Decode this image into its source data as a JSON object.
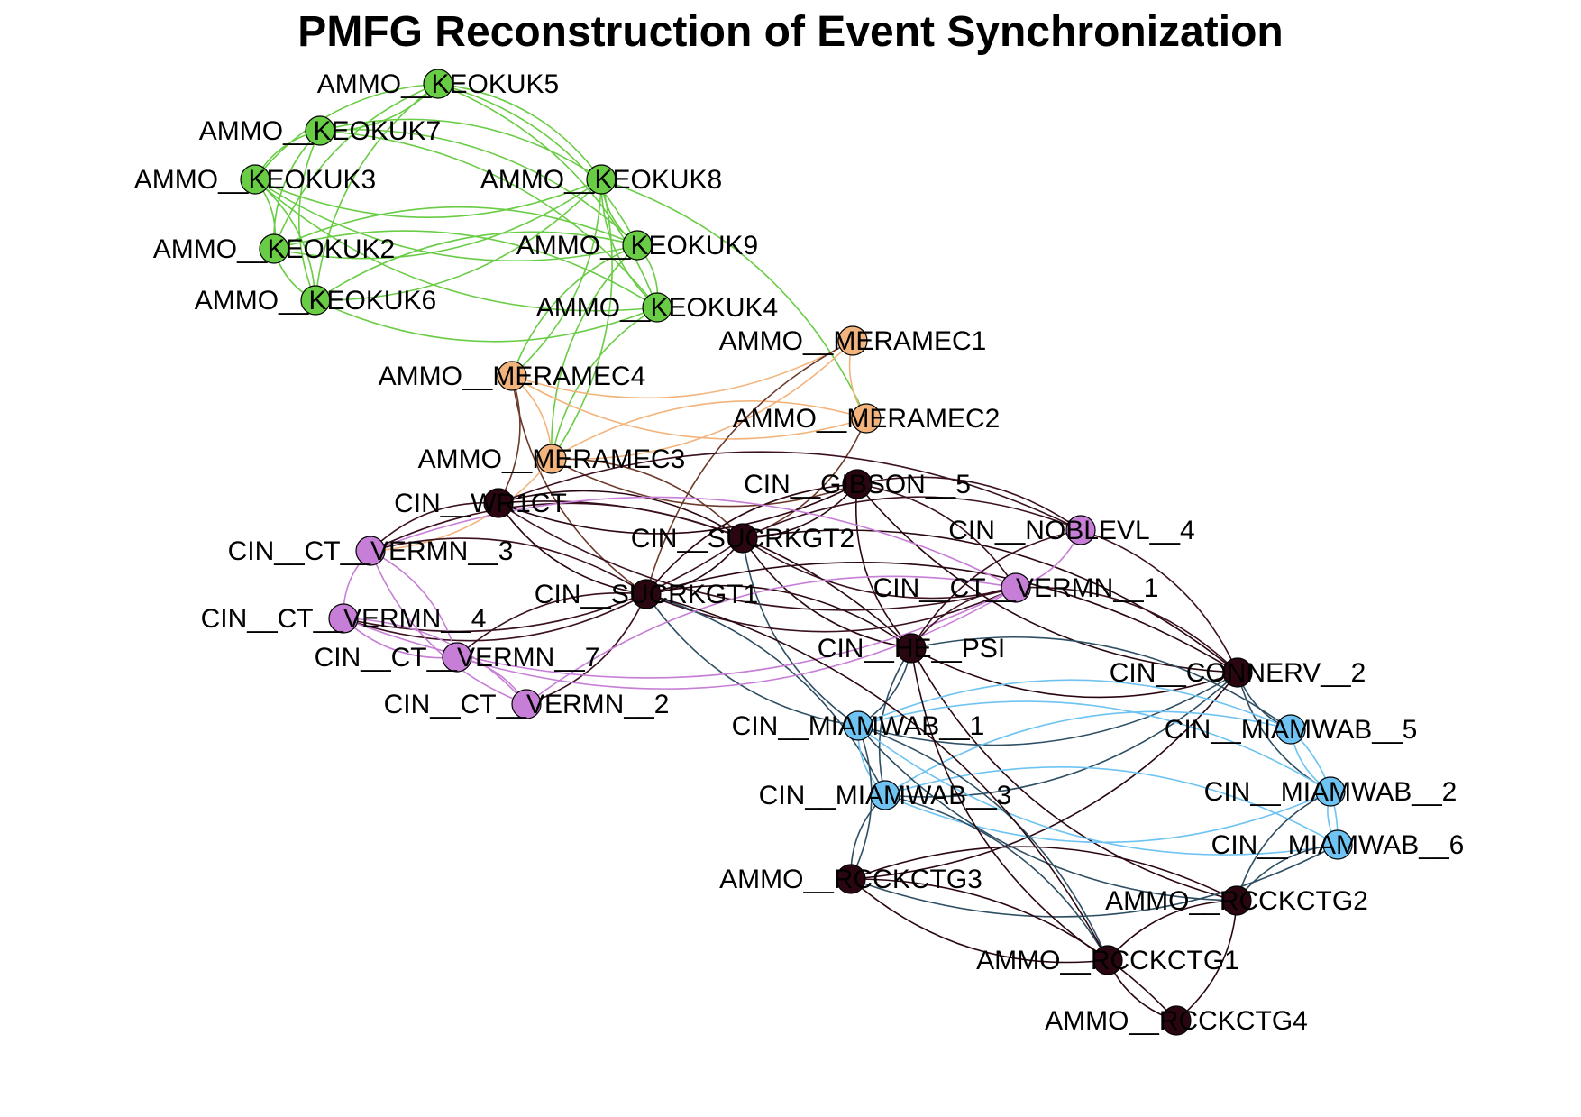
{
  "title": "PMFG Reconstruction of Event Synchronization",
  "groups": {
    "keokuk": {
      "color": "#69cc45"
    },
    "meramec": {
      "color": "#f2b47c"
    },
    "vermn": {
      "color": "#c77ed6"
    },
    "miamwab": {
      "color": "#6ec3f2"
    },
    "dark": {
      "color": "#2a0710"
    }
  },
  "nodes": [
    {
      "id": "KEOKUK5",
      "label": "AMMO__KEOKUK5",
      "group": "keokuk"
    },
    {
      "id": "KEOKUK7",
      "label": "AMMO__KEOKUK7",
      "group": "keokuk"
    },
    {
      "id": "KEOKUK3",
      "label": "AMMO__KEOKUK3",
      "group": "keokuk"
    },
    {
      "id": "KEOKUK8",
      "label": "AMMO__KEOKUK8",
      "group": "keokuk"
    },
    {
      "id": "KEOKUK2",
      "label": "AMMO__KEOKUK2",
      "group": "keokuk"
    },
    {
      "id": "KEOKUK9",
      "label": "AMMO__KEOKUK9",
      "group": "keokuk"
    },
    {
      "id": "KEOKUK6",
      "label": "AMMO__KEOKUK6",
      "group": "keokuk"
    },
    {
      "id": "KEOKUK4",
      "label": "AMMO__KEOKUK4",
      "group": "keokuk"
    },
    {
      "id": "MERAMEC1",
      "label": "AMMO__MERAMEC1",
      "group": "meramec"
    },
    {
      "id": "MERAMEC4",
      "label": "AMMO__MERAMEC4",
      "group": "meramec"
    },
    {
      "id": "MERAMEC2",
      "label": "AMMO__MERAMEC2",
      "group": "meramec"
    },
    {
      "id": "MERAMEC3",
      "label": "AMMO__MERAMEC3",
      "group": "meramec"
    },
    {
      "id": "GIBSON5",
      "label": "CIN__GIBSON__5",
      "group": "dark"
    },
    {
      "id": "WR1CT",
      "label": "CIN__WR1CT",
      "group": "dark"
    },
    {
      "id": "NOBLEVL4",
      "label": "CIN__NOBLEVL__4",
      "group": "vermn"
    },
    {
      "id": "SUCRKGT2",
      "label": "CIN__SUCRKGT2",
      "group": "dark"
    },
    {
      "id": "VERMN3",
      "label": "CIN__CT__VERMN__3",
      "group": "vermn"
    },
    {
      "id": "VERMN1",
      "label": "CIN__CT__VERMN__1",
      "group": "vermn"
    },
    {
      "id": "SUCRKGT1",
      "label": "CIN__SUCRKGT1",
      "group": "dark"
    },
    {
      "id": "VERMN4",
      "label": "CIN__CT__VERMN__4",
      "group": "vermn"
    },
    {
      "id": "HE_PSI",
      "label": "CIN__HE__PSI",
      "group": "dark"
    },
    {
      "id": "VERMN7",
      "label": "CIN__CT__VERMN__7",
      "group": "vermn"
    },
    {
      "id": "CONNERV2",
      "label": "CIN__CONNERV__2",
      "group": "dark"
    },
    {
      "id": "VERMN2",
      "label": "CIN__CT__VERMN__2",
      "group": "vermn"
    },
    {
      "id": "MIAMWAB1",
      "label": "CIN__MIAMWAB__1",
      "group": "miamwab"
    },
    {
      "id": "MIAMWAB5",
      "label": "CIN__MIAMWAB__5",
      "group": "miamwab"
    },
    {
      "id": "MIAMWAB3",
      "label": "CIN__MIAMWAB__3",
      "group": "miamwab"
    },
    {
      "id": "MIAMWAB2",
      "label": "CIN__MIAMWAB__2",
      "group": "miamwab"
    },
    {
      "id": "MIAMWAB6",
      "label": "CIN__MIAMWAB__6",
      "group": "miamwab"
    },
    {
      "id": "RCCKCTG3",
      "label": "AMMO__RCCKCTG3",
      "group": "dark"
    },
    {
      "id": "RCCKCTG2",
      "label": "AMMO__RCCKCTG2",
      "group": "dark"
    },
    {
      "id": "RCCKCTG1",
      "label": "AMMO__RCCKCTG1",
      "group": "dark"
    },
    {
      "id": "RCCKCTG4",
      "label": "AMMO__RCCKCTG4",
      "group": "dark"
    }
  ],
  "edges": [
    [
      "KEOKUK5",
      "KEOKUK7"
    ],
    [
      "KEOKUK5",
      "KEOKUK3"
    ],
    [
      "KEOKUK5",
      "KEOKUK8"
    ],
    [
      "KEOKUK5",
      "KEOKUK2"
    ],
    [
      "KEOKUK5",
      "KEOKUK9"
    ],
    [
      "KEOKUK5",
      "KEOKUK6"
    ],
    [
      "KEOKUK5",
      "KEOKUK4"
    ],
    [
      "KEOKUK7",
      "KEOKUK3"
    ],
    [
      "KEOKUK7",
      "KEOKUK8"
    ],
    [
      "KEOKUK7",
      "KEOKUK2"
    ],
    [
      "KEOKUK7",
      "KEOKUK9"
    ],
    [
      "KEOKUK7",
      "KEOKUK6"
    ],
    [
      "KEOKUK7",
      "KEOKUK4"
    ],
    [
      "KEOKUK3",
      "KEOKUK8"
    ],
    [
      "KEOKUK3",
      "KEOKUK2"
    ],
    [
      "KEOKUK3",
      "KEOKUK9"
    ],
    [
      "KEOKUK3",
      "KEOKUK6"
    ],
    [
      "KEOKUK3",
      "KEOKUK4"
    ],
    [
      "KEOKUK8",
      "KEOKUK2"
    ],
    [
      "KEOKUK8",
      "KEOKUK9"
    ],
    [
      "KEOKUK8",
      "KEOKUK6"
    ],
    [
      "KEOKUK8",
      "KEOKUK4"
    ],
    [
      "KEOKUK2",
      "KEOKUK9"
    ],
    [
      "KEOKUK2",
      "KEOKUK6"
    ],
    [
      "KEOKUK2",
      "KEOKUK4"
    ],
    [
      "KEOKUK9",
      "KEOKUK6"
    ],
    [
      "KEOKUK9",
      "KEOKUK4"
    ],
    [
      "KEOKUK6",
      "KEOKUK4"
    ],
    [
      "KEOKUK8",
      "MERAMEC4"
    ],
    [
      "KEOKUK9",
      "MERAMEC3"
    ],
    [
      "KEOKUK8",
      "MERAMEC2"
    ],
    [
      "KEOKUK4",
      "MERAMEC3"
    ],
    [
      "KEOKUK8",
      "MERAMEC3"
    ],
    [
      "KEOKUK9",
      "MERAMEC4"
    ],
    [
      "MERAMEC1",
      "MERAMEC4"
    ],
    [
      "MERAMEC1",
      "MERAMEC2"
    ],
    [
      "MERAMEC1",
      "MERAMEC3"
    ],
    [
      "MERAMEC4",
      "MERAMEC2"
    ],
    [
      "MERAMEC4",
      "MERAMEC3"
    ],
    [
      "MERAMEC2",
      "MERAMEC3"
    ],
    [
      "MERAMEC4",
      "WR1CT"
    ],
    [
      "MERAMEC4",
      "SUCRKGT1"
    ],
    [
      "MERAMEC3",
      "SUCRKGT2"
    ],
    [
      "MERAMEC3",
      "GIBSON5"
    ],
    [
      "MERAMEC2",
      "SUCRKGT2"
    ],
    [
      "MERAMEC1",
      "SUCRKGT1"
    ],
    [
      "MERAMEC3",
      "VERMN3"
    ],
    [
      "WR1CT",
      "GIBSON5"
    ],
    [
      "WR1CT",
      "SUCRKGT2"
    ],
    [
      "WR1CT",
      "SUCRKGT1"
    ],
    [
      "WR1CT",
      "HE_PSI"
    ],
    [
      "WR1CT",
      "VERMN3"
    ],
    [
      "WR1CT",
      "NOBLEVL4"
    ],
    [
      "WR1CT",
      "VERMN1"
    ],
    [
      "GIBSON5",
      "SUCRKGT2"
    ],
    [
      "GIBSON5",
      "SUCRKGT1"
    ],
    [
      "GIBSON5",
      "NOBLEVL4"
    ],
    [
      "GIBSON5",
      "HE_PSI"
    ],
    [
      "GIBSON5",
      "VERMN1"
    ],
    [
      "GIBSON5",
      "CONNERV2"
    ],
    [
      "SUCRKGT2",
      "SUCRKGT1"
    ],
    [
      "SUCRKGT2",
      "HE_PSI"
    ],
    [
      "SUCRKGT2",
      "NOBLEVL4"
    ],
    [
      "SUCRKGT2",
      "VERMN1"
    ],
    [
      "SUCRKGT2",
      "CONNERV2"
    ],
    [
      "SUCRKGT2",
      "VERMN3"
    ],
    [
      "SUCRKGT2",
      "VERMN4"
    ],
    [
      "SUCRKGT2",
      "MIAMWAB1"
    ],
    [
      "SUCRKGT1",
      "HE_PSI"
    ],
    [
      "SUCRKGT1",
      "VERMN1"
    ],
    [
      "SUCRKGT1",
      "CONNERV2"
    ],
    [
      "SUCRKGT1",
      "VERMN3"
    ],
    [
      "SUCRKGT1",
      "VERMN4"
    ],
    [
      "SUCRKGT1",
      "VERMN7"
    ],
    [
      "SUCRKGT1",
      "VERMN2"
    ],
    [
      "SUCRKGT1",
      "MIAMWAB1"
    ],
    [
      "SUCRKGT1",
      "MIAMWAB3"
    ],
    [
      "VERMN3",
      "VERMN4"
    ],
    [
      "VERMN3",
      "VERMN7"
    ],
    [
      "VERMN3",
      "VERMN2"
    ],
    [
      "VERMN3",
      "VERMN1"
    ],
    [
      "VERMN4",
      "VERMN7"
    ],
    [
      "VERMN4",
      "VERMN2"
    ],
    [
      "VERMN4",
      "VERMN1"
    ],
    [
      "VERMN7",
      "VERMN2"
    ],
    [
      "VERMN7",
      "VERMN1"
    ],
    [
      "VERMN2",
      "VERMN1"
    ],
    [
      "VERMN1",
      "NOBLEVL4"
    ],
    [
      "NOBLEVL4",
      "CONNERV2"
    ],
    [
      "NOBLEVL4",
      "HE_PSI"
    ],
    [
      "HE_PSI",
      "VERMN1"
    ],
    [
      "HE_PSI",
      "CONNERV2"
    ],
    [
      "HE_PSI",
      "MIAMWAB1"
    ],
    [
      "HE_PSI",
      "MIAMWAB3"
    ],
    [
      "HE_PSI",
      "MIAMWAB5"
    ],
    [
      "HE_PSI",
      "RCCKCTG2"
    ],
    [
      "CONNERV2",
      "MIAMWAB1"
    ],
    [
      "CONNERV2",
      "MIAMWAB5"
    ],
    [
      "CONNERV2",
      "MIAMWAB3"
    ],
    [
      "CONNERV2",
      "MIAMWAB2"
    ],
    [
      "CONNERV2",
      "RCCKCTG3"
    ],
    [
      "CONNERV2",
      "VERMN1"
    ],
    [
      "MIAMWAB1",
      "MIAMWAB5"
    ],
    [
      "MIAMWAB1",
      "MIAMWAB3"
    ],
    [
      "MIAMWAB1",
      "MIAMWAB2"
    ],
    [
      "MIAMWAB1",
      "MIAMWAB6"
    ],
    [
      "MIAMWAB3",
      "MIAMWAB5"
    ],
    [
      "MIAMWAB3",
      "MIAMWAB2"
    ],
    [
      "MIAMWAB3",
      "MIAMWAB6"
    ],
    [
      "MIAMWAB5",
      "MIAMWAB2"
    ],
    [
      "MIAMWAB5",
      "MIAMWAB6"
    ],
    [
      "MIAMWAB2",
      "MIAMWAB6"
    ],
    [
      "MIAMWAB1",
      "RCCKCTG3"
    ],
    [
      "MIAMWAB1",
      "RCCKCTG2"
    ],
    [
      "MIAMWAB1",
      "RCCKCTG1"
    ],
    [
      "MIAMWAB3",
      "RCCKCTG3"
    ],
    [
      "MIAMWAB3",
      "RCCKCTG1"
    ],
    [
      "MIAMWAB6",
      "RCCKCTG2"
    ],
    [
      "MIAMWAB6",
      "RCCKCTG3"
    ],
    [
      "MIAMWAB2",
      "RCCKCTG2"
    ],
    [
      "RCCKCTG3",
      "RCCKCTG2"
    ],
    [
      "RCCKCTG3",
      "RCCKCTG1"
    ],
    [
      "RCCKCTG3",
      "RCCKCTG4"
    ],
    [
      "RCCKCTG2",
      "RCCKCTG1"
    ],
    [
      "RCCKCTG2",
      "RCCKCTG4"
    ],
    [
      "RCCKCTG1",
      "RCCKCTG4"
    ],
    [
      "SUCRKGT1",
      "RCCKCTG1"
    ],
    [
      "HE_PSI",
      "RCCKCTG1"
    ]
  ]
}
